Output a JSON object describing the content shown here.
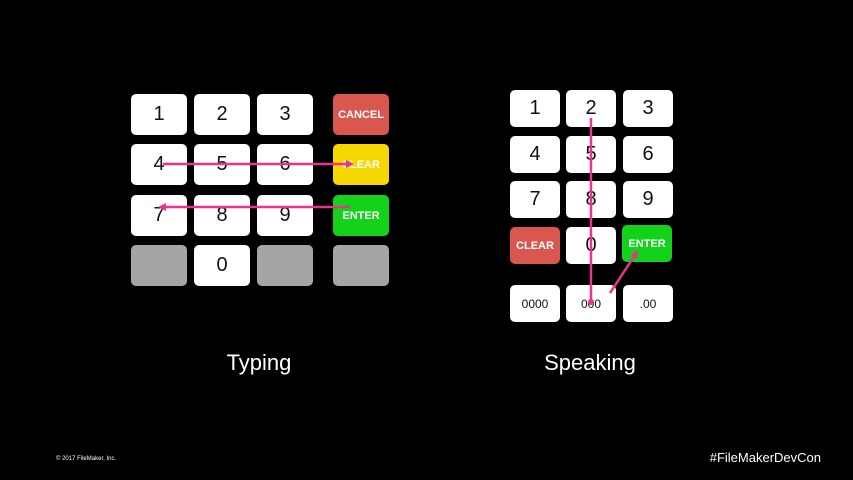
{
  "typing": {
    "caption": "Typing",
    "keys": {
      "k1": "1",
      "k2": "2",
      "k3": "3",
      "cancel": "CANCEL",
      "k4": "4",
      "k5": "5",
      "k6": "6",
      "clear": "CLEAR",
      "k7": "7",
      "k8": "8",
      "k9": "9",
      "enter": "ENTER",
      "k0": "0"
    }
  },
  "speaking": {
    "caption": "Speaking",
    "keys": {
      "k1": "1",
      "k2": "2",
      "k3": "3",
      "k4": "4",
      "k5": "5",
      "k6": "6",
      "k7": "7",
      "k8": "8",
      "k9": "9",
      "clear": "CLEAR",
      "k0": "0",
      "enter": "ENTER",
      "k0000": "0000",
      "k000": "000",
      "kdot00": ".00"
    }
  },
  "footer": {
    "copyright": "© 2017 FileMaker, Inc.",
    "hashtag": "#FileMakerDevCon"
  },
  "colors": {
    "arrow": "#e8348f",
    "cancel": "#d9574f",
    "clear_typing": "#f5d800",
    "enter": "#14d21a",
    "blank": "#a3a6a4"
  }
}
